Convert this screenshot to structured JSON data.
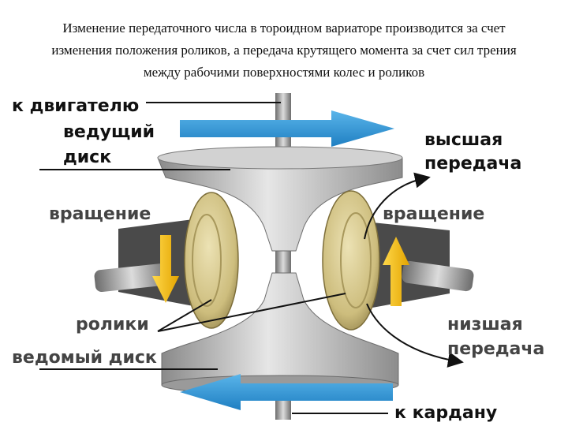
{
  "caption": {
    "line1": "Изменение передаточного числа в тороидном вариаторе производится  за счет",
    "line2": "изменения положения роликов, а передача крутящего момента за счет сил трения",
    "line3": "между рабочими поверхностями колес и роликов"
  },
  "labels": {
    "to_engine": "к двигателю",
    "driving_disk_1": "ведущий",
    "driving_disk_2": "диск",
    "top_gear_1": "высшая",
    "top_gear_2": "передача",
    "rotation_left": "вращение",
    "rotation_right": "вращение",
    "rollers": "ролики",
    "low_gear_1": "низшая",
    "low_gear_2": "передача",
    "driven_disk": "ведомый диск",
    "to_cardan": "к кардану"
  },
  "colors": {
    "flow_arrow": "#2d8ed1",
    "rotation_arrow": "#f0b400",
    "roller": "#d6c88e",
    "disk": "#b8b8b8"
  }
}
